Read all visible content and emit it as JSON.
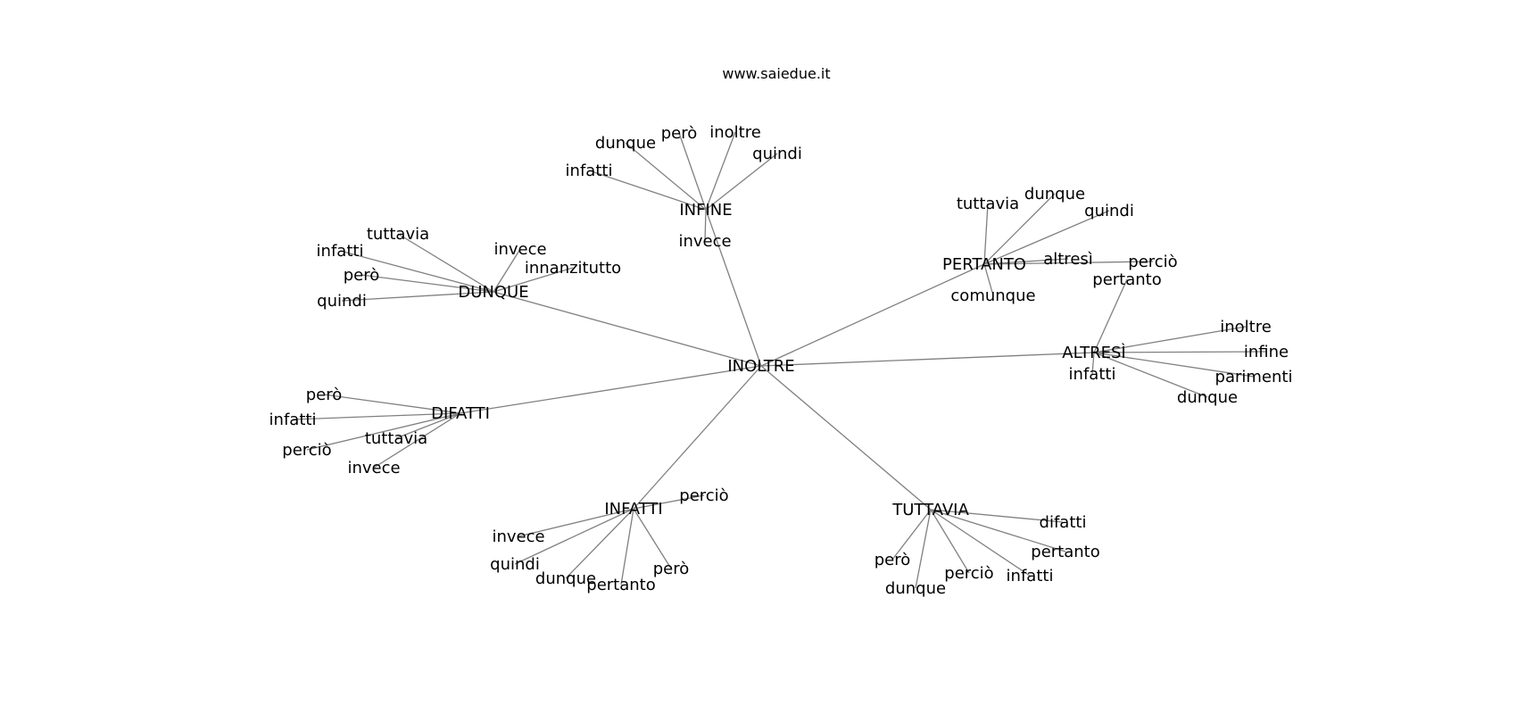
{
  "title": "www.saiedue.it",
  "colors": {
    "edge": "#808080",
    "text": "#000000",
    "background": "#ffffff"
  },
  "nodes": [
    {
      "id": "inoltre_c",
      "label": "INOLTRE"
    },
    {
      "id": "dunque_h",
      "label": "DUNQUE"
    },
    {
      "id": "infine_h",
      "label": "INFINE"
    },
    {
      "id": "pertanto_h",
      "label": "PERTANTO"
    },
    {
      "id": "altresi_h",
      "label": "ALTRESÌ"
    },
    {
      "id": "difatti_h",
      "label": "DIFATTI"
    },
    {
      "id": "infatti_h",
      "label": "INFATTI"
    },
    {
      "id": "tuttavia_h",
      "label": "TUTTAVIA"
    },
    {
      "id": "inf_infatti",
      "label": "infatti"
    },
    {
      "id": "inf_dunque",
      "label": "dunque"
    },
    {
      "id": "inf_pero",
      "label": "però"
    },
    {
      "id": "inf_inoltre",
      "label": "inoltre"
    },
    {
      "id": "inf_quindi",
      "label": "quindi"
    },
    {
      "id": "inf_invece",
      "label": "invece"
    },
    {
      "id": "dun_tuttavia",
      "label": "tuttavia"
    },
    {
      "id": "dun_infatti",
      "label": "infatti"
    },
    {
      "id": "dun_pero",
      "label": "però"
    },
    {
      "id": "dun_quindi",
      "label": "quindi"
    },
    {
      "id": "dun_invece",
      "label": "invece"
    },
    {
      "id": "dun_innanzitutto",
      "label": "innanzitutto"
    },
    {
      "id": "per_tuttavia",
      "label": "tuttavia"
    },
    {
      "id": "per_dunque",
      "label": "dunque"
    },
    {
      "id": "per_quindi",
      "label": "quindi"
    },
    {
      "id": "per_altresi",
      "label": "altresì"
    },
    {
      "id": "per_percio",
      "label": "perciò"
    },
    {
      "id": "per_comunque",
      "label": "comunque"
    },
    {
      "id": "alt_pertanto",
      "label": "pertanto"
    },
    {
      "id": "alt_inoltre",
      "label": "inoltre"
    },
    {
      "id": "alt_infine",
      "label": "infine"
    },
    {
      "id": "alt_parimenti",
      "label": "parimenti"
    },
    {
      "id": "alt_dunque",
      "label": "dunque"
    },
    {
      "id": "alt_infatti",
      "label": "infatti"
    },
    {
      "id": "dif_pero",
      "label": "però"
    },
    {
      "id": "dif_infatti",
      "label": "infatti"
    },
    {
      "id": "dif_percio",
      "label": "perciò"
    },
    {
      "id": "dif_tuttavia",
      "label": "tuttavia"
    },
    {
      "id": "dif_invece",
      "label": "invece"
    },
    {
      "id": "ift_percio",
      "label": "perciò"
    },
    {
      "id": "ift_invece",
      "label": "invece"
    },
    {
      "id": "ift_quindi",
      "label": "quindi"
    },
    {
      "id": "ift_dunque",
      "label": "dunque"
    },
    {
      "id": "ift_pertanto",
      "label": "pertanto"
    },
    {
      "id": "ift_pero",
      "label": "però"
    },
    {
      "id": "tut_difatti",
      "label": "difatti"
    },
    {
      "id": "tut_pertanto",
      "label": "pertanto"
    },
    {
      "id": "tut_infatti",
      "label": "infatti"
    },
    {
      "id": "tut_percio",
      "label": "perciò"
    },
    {
      "id": "tut_dunque",
      "label": "dunque"
    },
    {
      "id": "tut_pero",
      "label": "però"
    }
  ],
  "edges": [
    [
      "inoltre_c",
      "dunque_h"
    ],
    [
      "inoltre_c",
      "infine_h"
    ],
    [
      "inoltre_c",
      "pertanto_h"
    ],
    [
      "inoltre_c",
      "altresi_h"
    ],
    [
      "inoltre_c",
      "difatti_h"
    ],
    [
      "inoltre_c",
      "infatti_h"
    ],
    [
      "inoltre_c",
      "tuttavia_h"
    ],
    [
      "infine_h",
      "inf_infatti"
    ],
    [
      "infine_h",
      "inf_dunque"
    ],
    [
      "infine_h",
      "inf_pero"
    ],
    [
      "infine_h",
      "inf_inoltre"
    ],
    [
      "infine_h",
      "inf_quindi"
    ],
    [
      "infine_h",
      "inf_invece"
    ],
    [
      "dunque_h",
      "dun_tuttavia"
    ],
    [
      "dunque_h",
      "dun_infatti"
    ],
    [
      "dunque_h",
      "dun_pero"
    ],
    [
      "dunque_h",
      "dun_quindi"
    ],
    [
      "dunque_h",
      "dun_invece"
    ],
    [
      "dunque_h",
      "dun_innanzitutto"
    ],
    [
      "pertanto_h",
      "per_tuttavia"
    ],
    [
      "pertanto_h",
      "per_dunque"
    ],
    [
      "pertanto_h",
      "per_quindi"
    ],
    [
      "pertanto_h",
      "per_altresi"
    ],
    [
      "pertanto_h",
      "per_percio"
    ],
    [
      "pertanto_h",
      "per_comunque"
    ],
    [
      "altresi_h",
      "alt_pertanto"
    ],
    [
      "altresi_h",
      "alt_inoltre"
    ],
    [
      "altresi_h",
      "alt_infine"
    ],
    [
      "altresi_h",
      "alt_parimenti"
    ],
    [
      "altresi_h",
      "alt_dunque"
    ],
    [
      "altresi_h",
      "alt_infatti"
    ],
    [
      "difatti_h",
      "dif_pero"
    ],
    [
      "difatti_h",
      "dif_infatti"
    ],
    [
      "difatti_h",
      "dif_percio"
    ],
    [
      "difatti_h",
      "dif_tuttavia"
    ],
    [
      "difatti_h",
      "dif_invece"
    ],
    [
      "infatti_h",
      "ift_percio"
    ],
    [
      "infatti_h",
      "ift_invece"
    ],
    [
      "infatti_h",
      "ift_quindi"
    ],
    [
      "infatti_h",
      "ift_dunque"
    ],
    [
      "infatti_h",
      "ift_pertanto"
    ],
    [
      "infatti_h",
      "ift_pero"
    ],
    [
      "tuttavia_h",
      "tut_difatti"
    ],
    [
      "tuttavia_h",
      "tut_pertanto"
    ],
    [
      "tuttavia_h",
      "tut_infatti"
    ],
    [
      "tuttavia_h",
      "tut_percio"
    ],
    [
      "tuttavia_h",
      "tut_dunque"
    ],
    [
      "tuttavia_h",
      "tut_pero"
    ]
  ]
}
